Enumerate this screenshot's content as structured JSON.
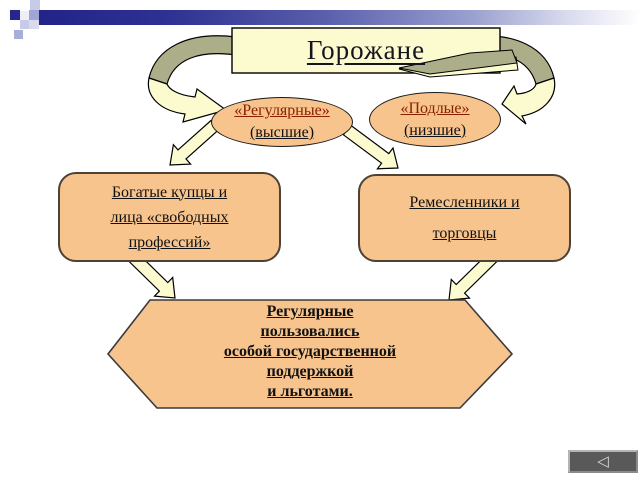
{
  "slide_title": {
    "text": "Горожане"
  },
  "level1": {
    "regular": {
      "lines": [
        "«Регулярные»",
        "(высшие)"
      ]
    },
    "podlye": {
      "lines": [
        "«Подлые»",
        "(низшие)"
      ]
    }
  },
  "level2": {
    "merchants": {
      "lines": [
        "Богатые купцы и",
        "лица «свободных",
        "профессий»"
      ]
    },
    "artisans": {
      "lines": [
        "Ремесленники и",
        "торговцы"
      ]
    }
  },
  "conclusion": {
    "lines": [
      "Регулярные",
      "пользовались",
      "особой государственной",
      "поддержкой",
      "и льготами."
    ]
  },
  "nav": {
    "back_icon": "◁"
  },
  "colors": {
    "bar_navy": "#26268C",
    "shape_peach": "#F7C48E",
    "arrow_pale_yellow": "#FBFBCF",
    "arrow_olive": "#ABAE88",
    "title_box_yellow": "#FBFBCF",
    "ellipse_accent_text": "#8B2000",
    "nav_button_gray": "#595959"
  }
}
